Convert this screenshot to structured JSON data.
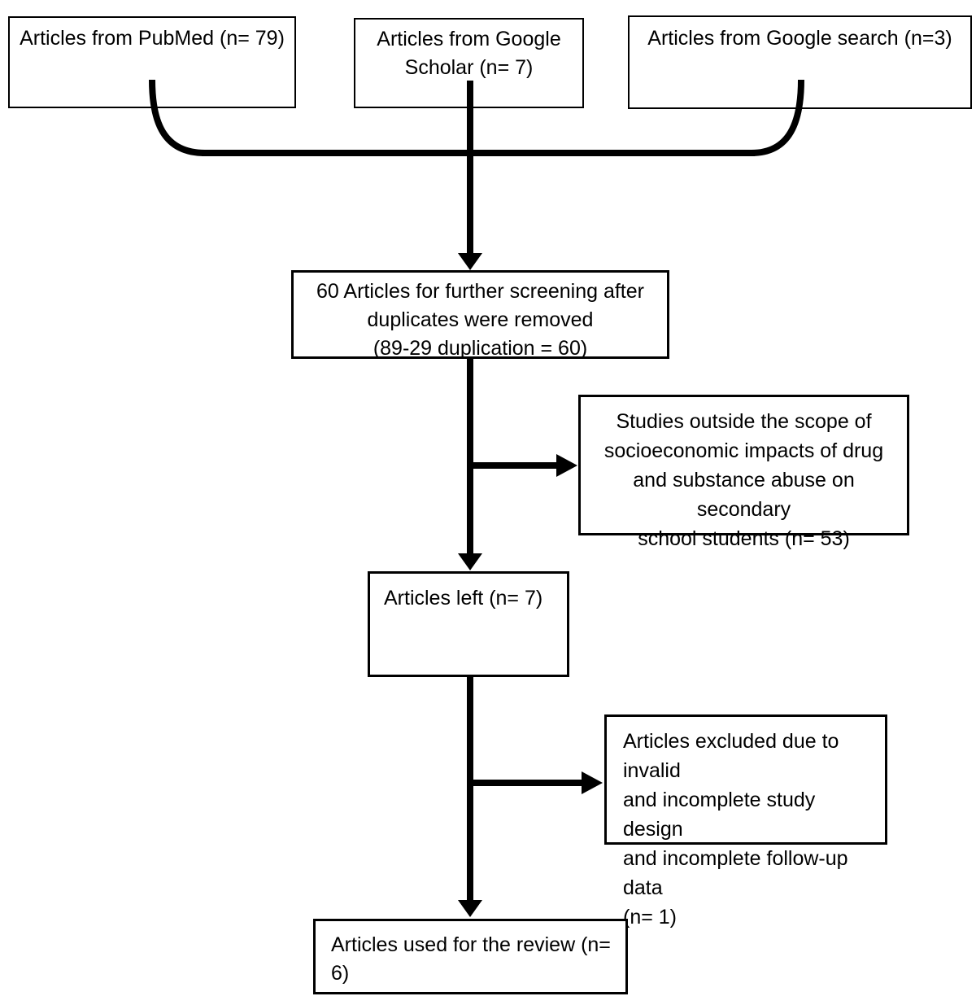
{
  "diagram": {
    "type": "flowchart",
    "colors": {
      "ink": "#000000",
      "background": "#ffffff"
    },
    "sources": {
      "pubmed": {
        "text": "Articles from PubMed (n= 79)"
      },
      "scholar": {
        "text": "Articles from Google\nScholar (n= 7)"
      },
      "google_search": {
        "text": "Articles from Google search (n=3)"
      }
    },
    "screening": {
      "text": "60 Articles for further screening after\nduplicates were removed\n(89-29 duplication = 60)"
    },
    "exclusion_scope": {
      "text": "Studies outside the scope of\nsocioeconomic impacts of drug\nand substance abuse on secondary\nschool students (n= 53)"
    },
    "articles_left": {
      "text": "Articles left (n= 7)"
    },
    "exclusion_design": {
      "text": "Articles excluded due to invalid\nand incomplete study design\nand incomplete follow-up data\n(n= 1)"
    },
    "final": {
      "text": "Articles used for the review (n= 6)"
    }
  }
}
